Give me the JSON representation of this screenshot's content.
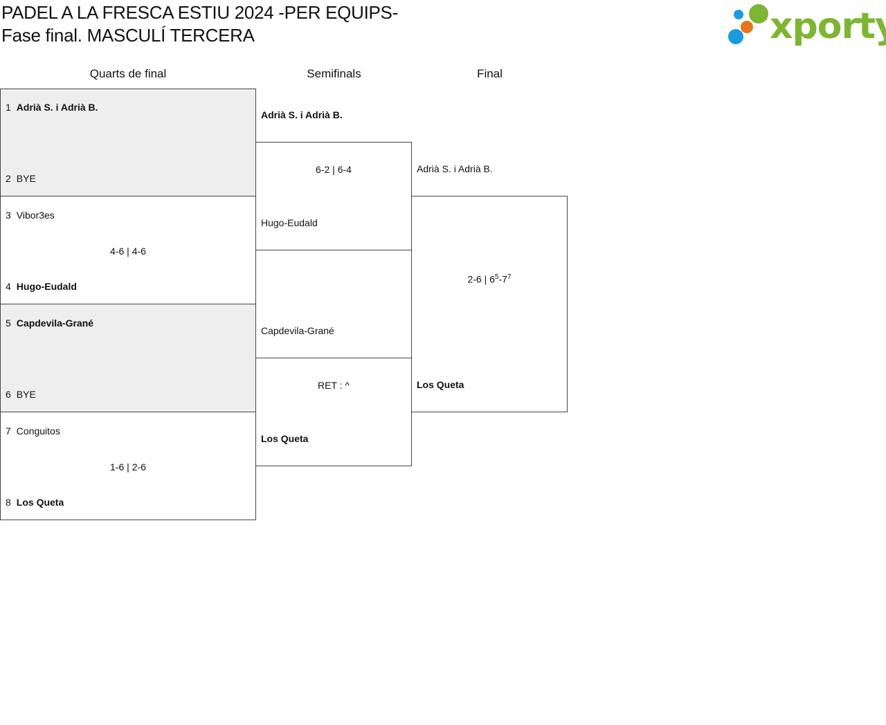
{
  "header": {
    "title_line1": "PADEL A LA FRESCA ESTIU 2024 -PER EQUIPS-",
    "title_line2": "Fase final. MASCULÍ TERCERA"
  },
  "logo": {
    "text": "xporty",
    "colors": {
      "green": "#7db632",
      "blue": "#1a9be0",
      "orange": "#e8741c"
    }
  },
  "rounds": {
    "quarters": "Quarts de final",
    "semis": "Semifinals",
    "final": "Final"
  },
  "quarters": [
    {
      "top_seed": "1",
      "top_name": "Adrià S. i Adrià B.",
      "bottom_seed": "2",
      "bottom_name": "BYE",
      "score": ""
    },
    {
      "top_seed": "3",
      "top_name": "Vibor3es",
      "bottom_seed": "4",
      "bottom_name": "Hugo-Eudald",
      "score": "4-6 | 4-6"
    },
    {
      "top_seed": "5",
      "top_name": "Capdevila-Grané",
      "bottom_seed": "6",
      "bottom_name": "BYE",
      "score": ""
    },
    {
      "top_seed": "7",
      "top_name": "Conguitos",
      "bottom_seed": "8",
      "bottom_name": "Los Queta",
      "score": "1-6 | 2-6"
    }
  ],
  "semis": [
    {
      "top_name": "Adrià S. i Adrià B.",
      "bottom_name": "Hugo-Eudald",
      "score": "6-2 | 6-4"
    },
    {
      "top_name": "Capdevila-Grané",
      "bottom_name": "Los Queta",
      "score": "RET : ^"
    }
  ],
  "final": {
    "top_name": "Adrià S. i Adrià B.",
    "bottom_name": "Los Queta",
    "score_prefix": "2-6 | 6",
    "score_sup1": "5",
    "score_mid": "-7",
    "score_sup2": "7"
  }
}
